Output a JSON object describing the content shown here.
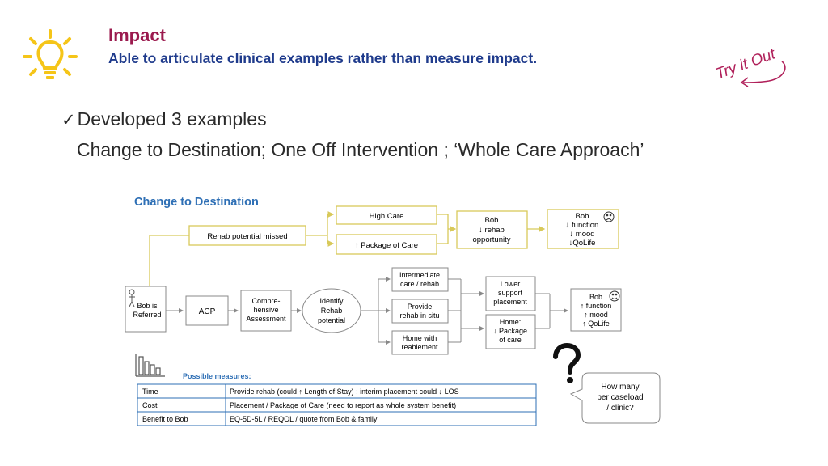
{
  "header": {
    "title": "Impact",
    "subtitle": "Able to articulate clinical examples rather than measure impact.",
    "try_it_out": "Try it Out"
  },
  "body": {
    "check": "✓",
    "bullet": "Developed 3 examples",
    "examples": "Change to Destination; One Off Intervention ; ‘Whole Care Approach’"
  },
  "icons": {
    "bulb": "lightbulb-icon",
    "bar_chart": "bar-chart-icon",
    "question": "question-mark-icon",
    "person": "person-icon",
    "sad_face": "sad-face-icon",
    "happy_face": "happy-face-icon"
  },
  "colors": {
    "title": "#9b1a4e",
    "subtitle": "#1f3b8c",
    "bulb": "#f5c518",
    "diagram_heading": "#2e6fb5",
    "yellow_line": "#d8c95a",
    "accent_pink": "#b0205a"
  },
  "diagram": {
    "heading": "Change to Destination",
    "rehab_missed": "Rehab potential missed",
    "high_care": "High Care",
    "package_of_care": "↑ Package of Care",
    "bob_rehab_opportunity": [
      "Bob",
      "↓ rehab",
      "opportunity"
    ],
    "bob_worse": [
      "Bob",
      "↓ function",
      "↓ mood",
      "↓QoLife"
    ],
    "bob_referred": [
      "Bob is",
      "Referred"
    ],
    "acp": "ACP",
    "comprehensive": [
      "Compre-",
      "hensive",
      "Assessment"
    ],
    "identify": [
      "Identify",
      "Rehab",
      "potential"
    ],
    "intermediate": [
      "Intermediate",
      "care / rehab"
    ],
    "rehab_in_situ": [
      "Provide",
      "rehab in situ"
    ],
    "home_reablement": [
      "Home with",
      "reablement"
    ],
    "lower_support": [
      "Lower",
      "support",
      "placement"
    ],
    "home_package": [
      "Home:",
      "↓ Package",
      "of care"
    ],
    "bob_better": [
      "Bob",
      "↑ function",
      "↑ mood",
      "↑ QoLife"
    ],
    "possible_measures": "Possible measures:",
    "measures": [
      {
        "label": "Time",
        "value": "Provide rehab (could ↑ Length of Stay) ; interim placement could ↓ LOS"
      },
      {
        "label": "Cost",
        "value": "Placement / Package of Care (need to report as whole system benefit)"
      },
      {
        "label": "Benefit to Bob",
        "value": "EQ-5D-5L / REQOL / quote from Bob & family"
      }
    ],
    "speech": [
      "How many",
      "per caseload",
      "/ clinic?"
    ]
  }
}
